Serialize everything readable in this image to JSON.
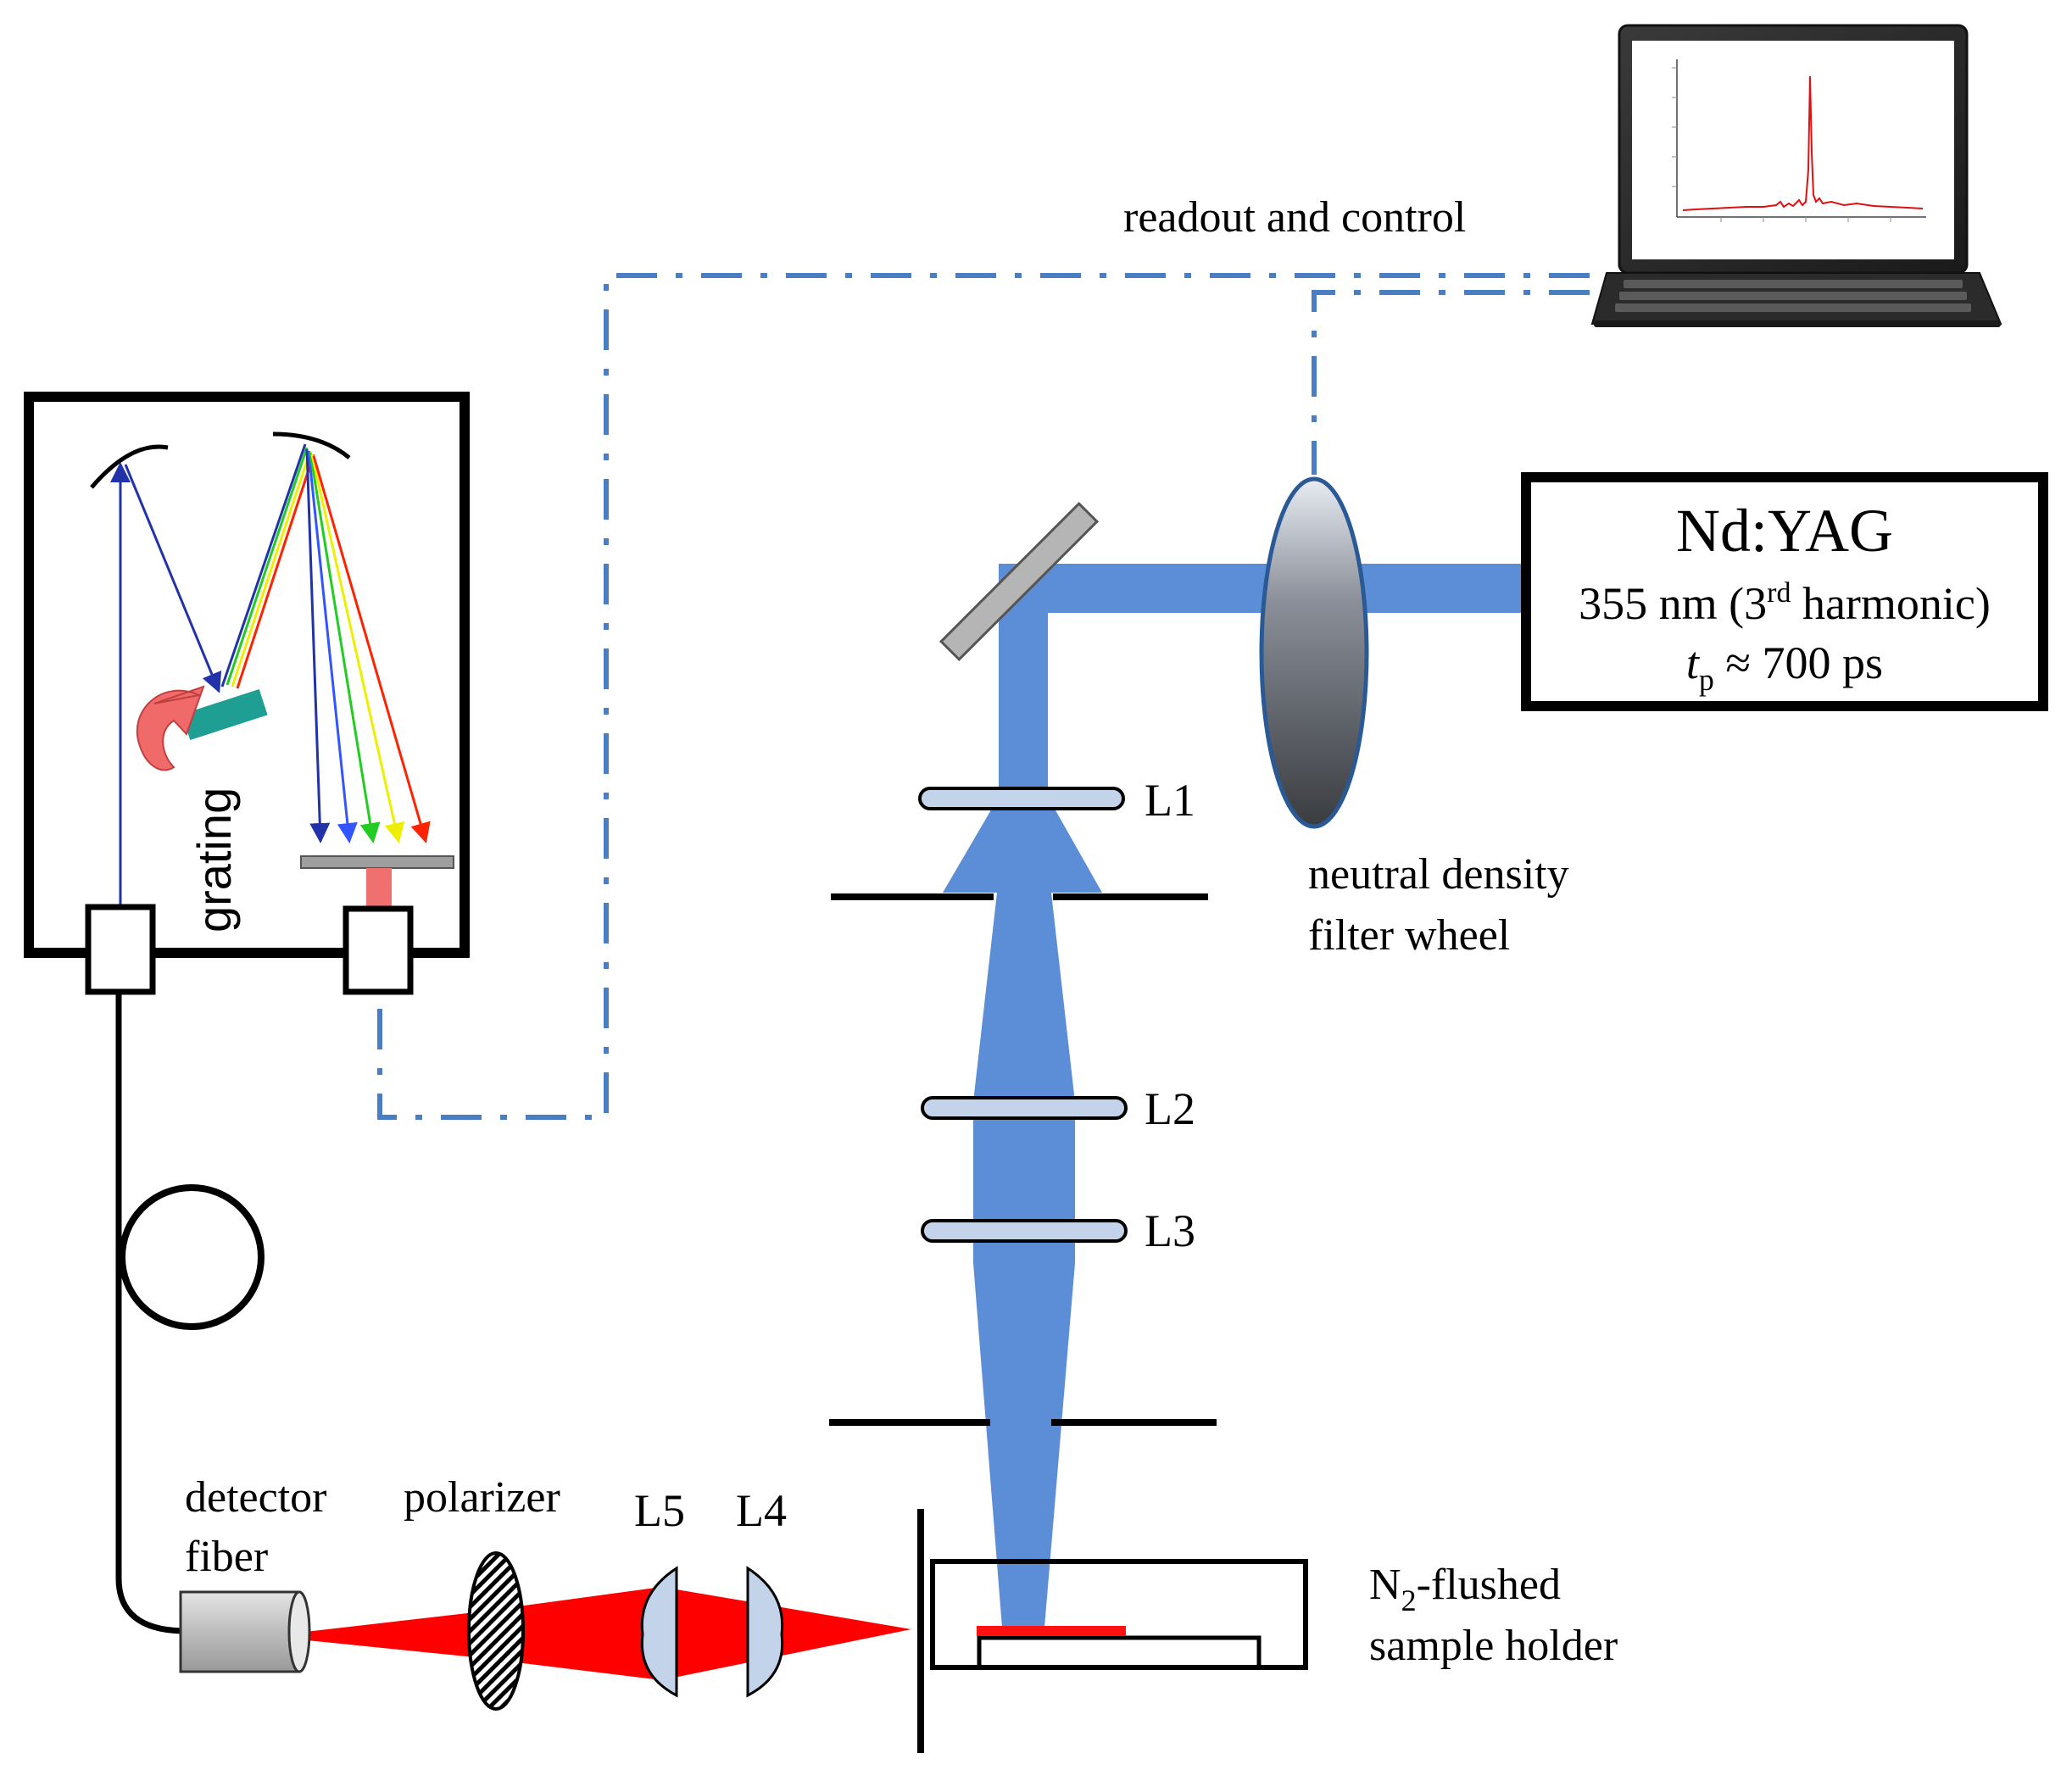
{
  "labels": {
    "readout": "readout and control",
    "laser_name": "Nd:YAG",
    "laser_line2_pre": "355 nm (3",
    "laser_line2_sup": "rd",
    "laser_line2_post": " harmonic)",
    "laser_line3_t": "t",
    "laser_line3_sub": "p",
    "laser_line3_rest": " ≈ 700 ps",
    "nd_filter_1": "neutral density",
    "nd_filter_2": "filter wheel",
    "L1": "L1",
    "L2": "L2",
    "L3": "L3",
    "L4": "L4",
    "L5": "L5",
    "grating": "grating",
    "detector_fiber_1": "detector",
    "detector_fiber_2": "fiber",
    "polarizer": "polarizer",
    "sample_1_pre": "N",
    "sample_1_sub": "2",
    "sample_1_post": "-flushed",
    "sample_2": "sample holder"
  },
  "colors": {
    "laser_beam": "#5b8ed6",
    "collection_beam": "#ff0000",
    "control_line": "#4a7ec2",
    "lens_fill": "#c3d3ea",
    "grating_color": "#1f9e93",
    "rotation_arrow": "#f06a6a",
    "ray_colors": [
      "#2233aa",
      "#3355ff",
      "#22cc22",
      "#eeee00",
      "#ff2200"
    ]
  },
  "icons": {
    "laptop": "laptop-icon",
    "rotation": "rotation-arrow-icon",
    "coil": "fiber-coil-icon"
  }
}
